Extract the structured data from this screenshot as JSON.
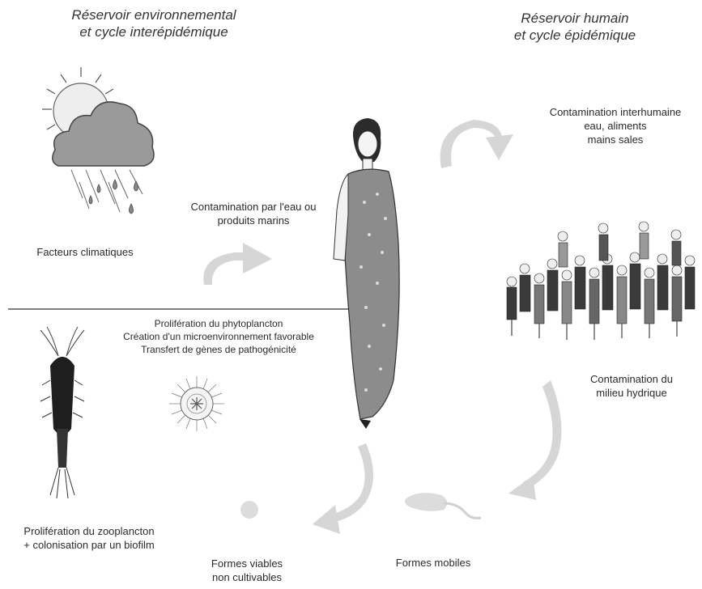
{
  "headings": {
    "left_line1": "Réservoir environnemental",
    "left_line2": "et cycle interépidémique",
    "right_line1": "Réservoir humain",
    "right_line2": "et cycle épidémique"
  },
  "labels": {
    "interhuman_1": "Contamination interhumaine",
    "interhuman_2": "eau, aliments",
    "interhuman_3": "mains sales",
    "water_products_1": "Contamination par l'eau ou",
    "water_products_2": "produits marins",
    "climate": "Facteurs climatiques",
    "phyto_1": "Prolifération du phytoplancton",
    "phyto_2": "Création d'un microenvironnement favorable",
    "phyto_3": "Transfert de gènes de pathogénicité",
    "hydric_1": "Contamination du",
    "hydric_2": "milieu hydrique",
    "zoo_1": "Prolifération du zooplancton",
    "zoo_2": "+ colonisation par un biofilm",
    "viable_1": "Formes viables",
    "viable_2": "non cultivables",
    "mobile": "Formes mobiles"
  },
  "colors": {
    "arrow": "#d6d6d6",
    "divider": "#555555",
    "ink": "#2a2a2a"
  },
  "icons": [
    "sun-cloud-rain-icon",
    "woman-in-sari-icon",
    "crowd-icon",
    "copepod-icon",
    "phytoplankton-icon",
    "vibrio-bacterium-icon",
    "coccoid-form-icon"
  ]
}
